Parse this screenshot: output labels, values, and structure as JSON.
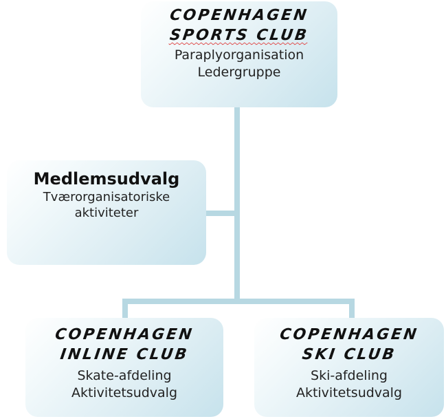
{
  "top": {
    "title_line1": "COPENHAGEN",
    "title_line2": "SPORTS CLUB",
    "sub_line1": "Paraplyorganisation",
    "sub_line2": "Ledergruppe"
  },
  "assistant": {
    "heading": "Medlemsudvalg",
    "sub_line1": "Tværorganisatoriske",
    "sub_line2": "aktiviteter"
  },
  "children": [
    {
      "title_line1": "COPENHAGEN",
      "title_line2": "INLINE CLUB",
      "sub_line1": "Skate-afdeling",
      "sub_line2": "Aktivitetsudvalg"
    },
    {
      "title_line1": "COPENHAGEN",
      "title_line2": "SKI CLUB",
      "sub_line1": "Ski-afdeling",
      "sub_line2": "Aktivitetsudvalg"
    }
  ],
  "colors": {
    "connector": "#b7d8e2",
    "box_light": "#ffffff",
    "box_dark": "#c6e2ec"
  }
}
